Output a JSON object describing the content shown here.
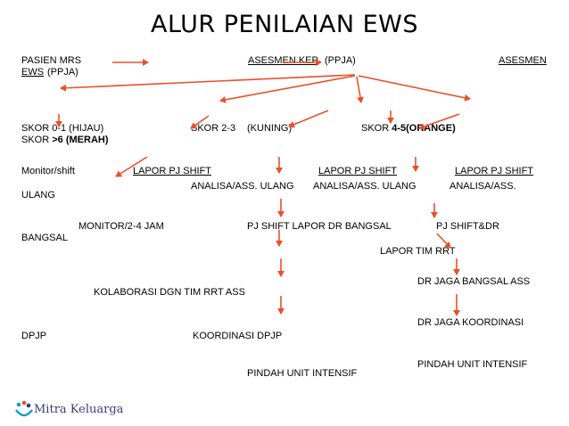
{
  "title": "ALUR PENILAIAN EWS",
  "row1": {
    "pasien_mrs": "PASIEN MRS",
    "asesmen_kep": "ASESMEN KEP",
    "ppja1": "(PPJA)",
    "asesmen": "ASESMEN",
    "ews": "EWS",
    "ppja2": "(PPJA)"
  },
  "row2": {
    "skor01": "SKOR 0-1 (HIJAU)",
    "skor23": "SKOR 2-3",
    "kuning": "(KUNING)",
    "skor45_prefix": "SKOR ",
    "skor45_bold": "4-5(ORANGE)",
    "skor6_prefix": "SKOR ",
    "skor6_bold": ">6 (MERAH)"
  },
  "row3": {
    "monitor_shift": "Monitor/shift",
    "lapor1": "LAPOR PJ SHIFT",
    "lapor2": "LAPOR PJ SHIFT",
    "lapor3": "LAPOR PJ SHIFT",
    "analisa1": "ANALISA/ASS. ULANG",
    "analisa2": "ANALISA/ASS. ULANG",
    "analisa3": "ANALISA/ASS.",
    "ulang": "ULANG"
  },
  "row4": {
    "monitor2": "MONITOR/2-4 JAM",
    "pj_shift_lapor": "PJ SHIFT LAPOR DR BANGSAL",
    "pj_shift_dr": "PJ SHIFT&DR",
    "bangsal": "BANGSAL",
    "lapor_tim": "LAPOR TIM RRT"
  },
  "row5": {
    "dr_jaga_ass": "DR JAGA BANGSAL ASS",
    "kolaborasi": "KOLABORASI DGN TIM RRT ASS"
  },
  "row6": {
    "dr_jaga_koord": "DR JAGA KOORDINASI",
    "dpjp": "DPJP",
    "koordinasi_dpjp": "KOORDINASI DPJP"
  },
  "row7": {
    "pindah1": "PINDAH UNIT INTENSIF",
    "pindah2": "PINDAH UNIT INTENSIF"
  },
  "logo": {
    "name": "Mitra Keluarga",
    "icon": "mitra-keluarga-logo-icon"
  },
  "colors": {
    "arrow": "#e8502a",
    "text": "#000000",
    "logo_blue": "#3b3b7a",
    "logo_teal": "#1aa0c8"
  }
}
